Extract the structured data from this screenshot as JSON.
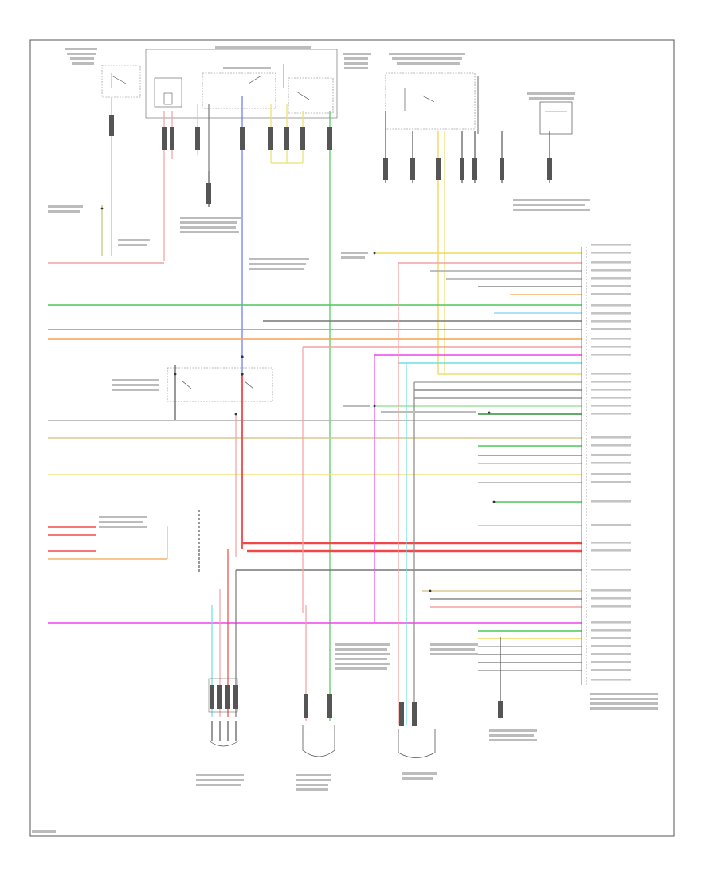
{
  "figure_id": "",
  "colors": {
    "frame": "#555555",
    "red": "#f04848",
    "pink": "#f4a0a0",
    "orange": "#f6b06a",
    "yellow": "#f2e07a",
    "tan": "#d8c890",
    "green": "#4cc85a",
    "light_green": "#9ee3a0",
    "dark_green": "#2f8f3a",
    "blue": "#5a6ef0",
    "light_blue": "#8fd8f0",
    "cyan": "#6ce0e0",
    "magenta": "#ee44ee",
    "violet": "#b49af0",
    "gray": "#9a9a9a",
    "dark": "#333333"
  },
  "components": [
    {
      "id": "component-top-left-block",
      "label": ""
    },
    {
      "id": "component-power-relay-box",
      "label": ""
    },
    {
      "id": "component-relay-right",
      "label": ""
    },
    {
      "id": "component-connector-top-right",
      "label": ""
    },
    {
      "id": "component-sensor-top-right",
      "label": ""
    },
    {
      "id": "component-relay-mid-left",
      "label": ""
    },
    {
      "id": "component-sensor-bottom-1",
      "label": ""
    },
    {
      "id": "component-sensor-bottom-2",
      "label": ""
    },
    {
      "id": "component-sensor-bottom-3",
      "label": ""
    },
    {
      "id": "component-pcm-connector",
      "label": ""
    }
  ]
}
